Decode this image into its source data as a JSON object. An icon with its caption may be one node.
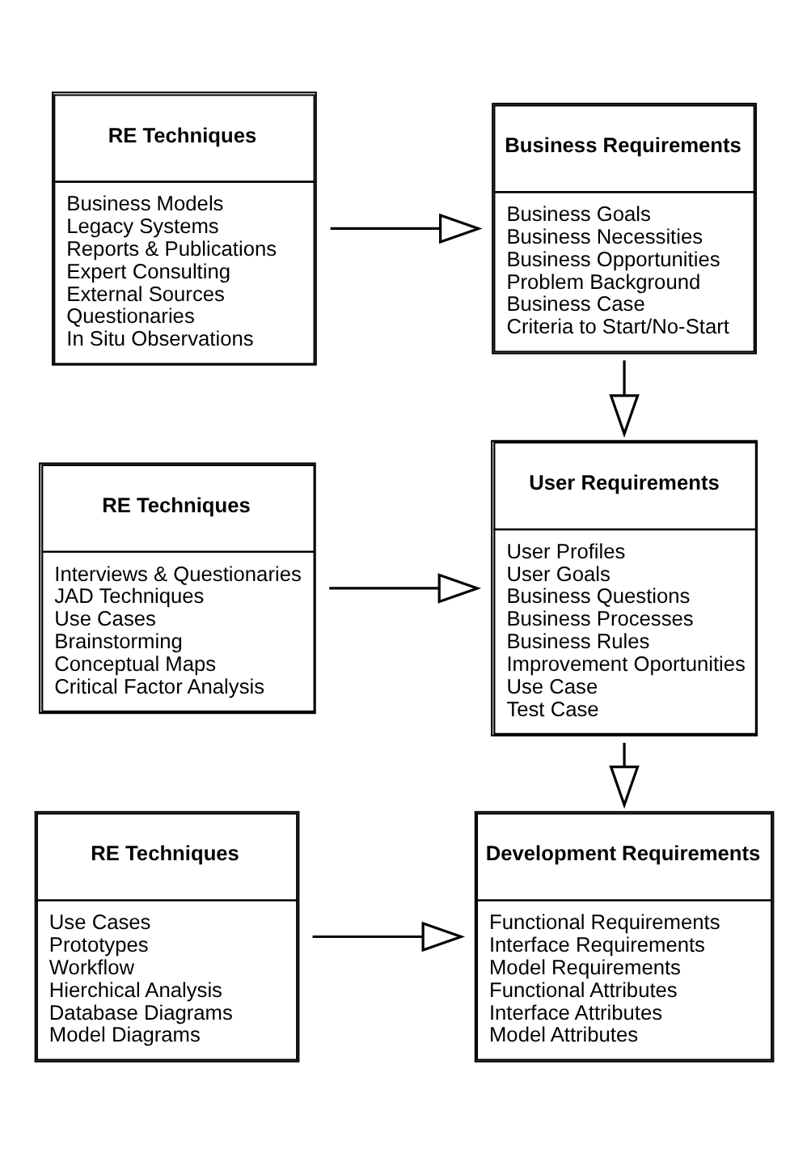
{
  "diagram": {
    "nodes": [
      {
        "text": [
          "RE Techniques",
          "Business Models",
          "Legacy Systems",
          "Reports & Publications",
          "Expert Consulting",
          "External Sources",
          "Questionaries",
          "In Situ Observations"
        ]
      },
      {
        "text": [
          "Business Requirements",
          "Business Goals",
          "Business Necessities",
          "Business Opportunities",
          "Problem Background",
          "Business Case",
          "Criteria to Start/No-Start"
        ]
      },
      {
        "text": [
          "RE Techniques",
          "Interviews & Questionaries",
          "JAD Techniques",
          "Use Cases",
          "Brainstorming",
          "Conceptual Maps",
          "Critical Factor Analysis"
        ]
      },
      {
        "text": [
          "User Requirements",
          "User Profiles",
          "User Goals",
          "Business Questions",
          "Business Processes",
          "Business Rules",
          "Improvement Oportunities",
          "Use Case",
          "Test Case"
        ]
      },
      {
        "text": [
          "RE Techniques",
          "Use Cases",
          "Prototypes",
          "Workflow",
          "Hierchical Analysis",
          "Database Diagrams",
          "Model Diagrams"
        ]
      },
      {
        "text": [
          "Development Requirements",
          "Functional Requirements",
          "Interface Requirements",
          "Model Requirements",
          "Functional Attributes",
          "Interface Attributes",
          "Model Attributes"
        ]
      }
    ],
    "edges": [
      {
        "from": 0,
        "to": 1,
        "arrow": "to"
      },
      {
        "from": 1,
        "to": 3,
        "arrow": "to"
      },
      {
        "from": 2,
        "to": 3,
        "arrow": "to"
      },
      {
        "from": 3,
        "to": 5,
        "arrow": "to"
      },
      {
        "from": 4,
        "to": 5,
        "arrow": "to"
      }
    ]
  }
}
